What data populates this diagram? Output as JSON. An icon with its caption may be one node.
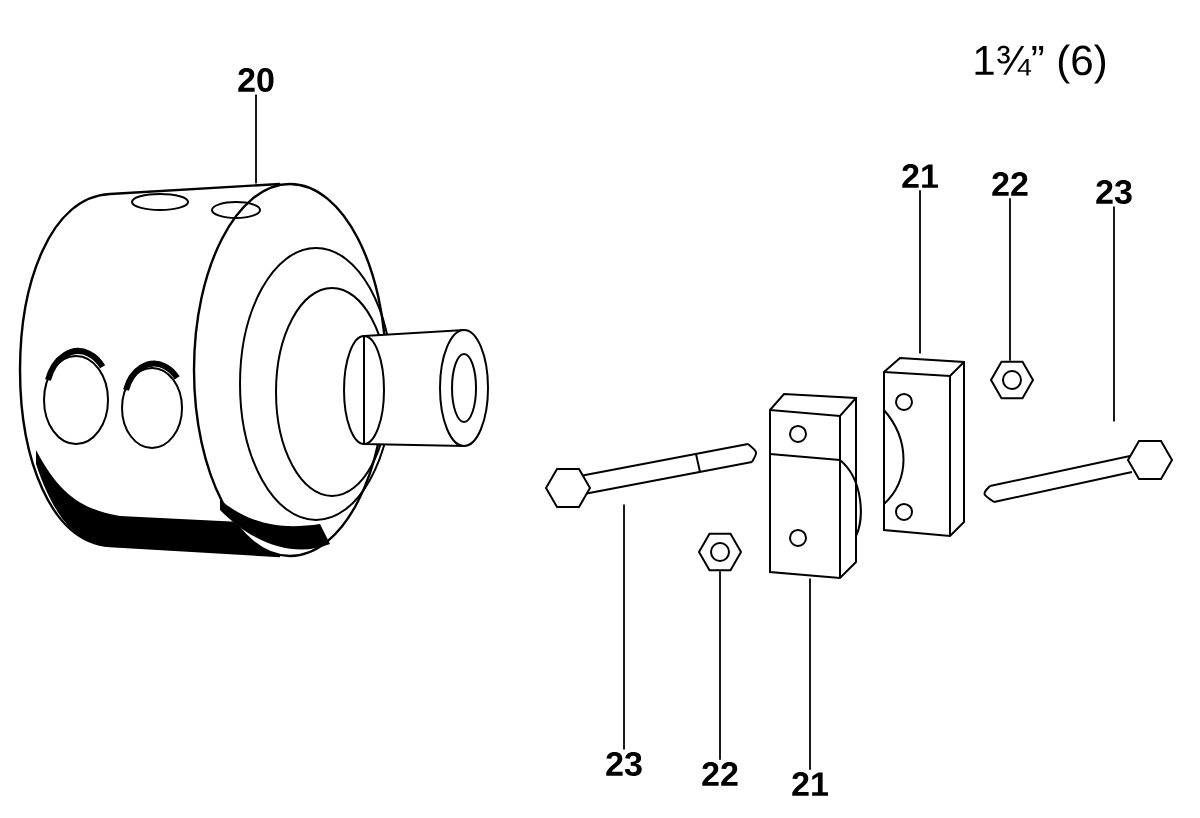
{
  "diagram": {
    "nodes": [
      {
        "text": [
          "20"
        ]
      },
      {
        "text": [],
        "shape": "picture"
      },
      {
        "text": [
          "21"
        ]
      },
      {
        "text": [
          "22"
        ]
      },
      {
        "text": [
          "23"
        ]
      },
      {
        "text": [],
        "shape": "picture"
      },
      {
        "text": [],
        "shape": "picture"
      },
      {
        "text": [],
        "shape": "picture"
      },
      {
        "text": [],
        "shape": "picture"
      },
      {
        "text": [],
        "shape": "picture"
      },
      {
        "text": [],
        "shape": "picture"
      },
      {
        "text": [
          "23"
        ]
      },
      {
        "text": [
          "22"
        ]
      },
      {
        "text": [
          "21"
        ]
      }
    ],
    "edges": [
      {
        "from": 0,
        "to": 1,
        "arrow": "none"
      },
      {
        "from": 2,
        "to": 5,
        "arrow": "none"
      },
      {
        "from": 3,
        "to": 6,
        "arrow": "none"
      },
      {
        "from": 4,
        "to": 7,
        "arrow": "none"
      },
      {
        "from": 11,
        "to": 8,
        "arrow": "none"
      },
      {
        "from": 12,
        "to": 10,
        "arrow": "none"
      },
      {
        "from": 13,
        "to": 9,
        "arrow": "none"
      }
    ],
    "labels": [
      "1¾” (6)"
    ]
  }
}
